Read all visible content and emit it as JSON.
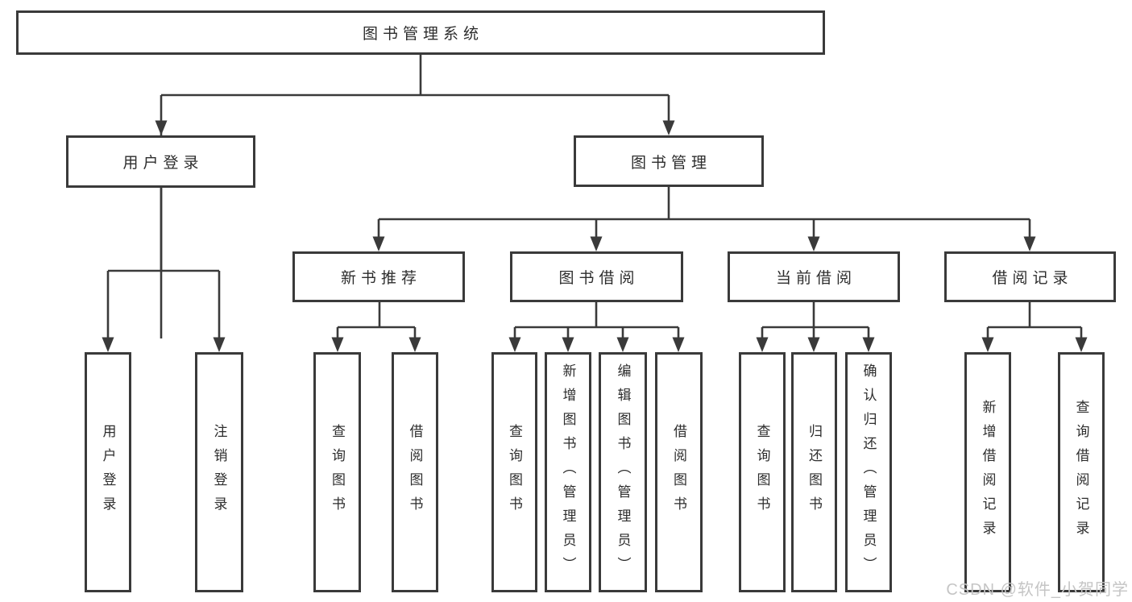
{
  "colors": {
    "line": "#3a3a3a",
    "box_border": "#3a3a3a",
    "box_background": "#ffffff",
    "text": "#2d2d2d",
    "page_background": "#ffffff",
    "watermark_color": "#c5c5c5"
  },
  "watermark": {
    "text": "CSDN @软件_小贺同学"
  },
  "nodes": {
    "root": "图书管理系统",
    "user_login": "用户登录",
    "book_management": "图书管理",
    "new_book_recommend": "新书推荐",
    "book_borrow": "图书借阅",
    "current_borrow": "当前借阅",
    "borrow_records": "借阅记录",
    "leaf_user_login": "用户登录",
    "leaf_logout": "注销登录",
    "leaf_recommend_query_book": "查询图书",
    "leaf_recommend_borrow_book": "借阅图书",
    "leaf_borrow_query_book": "查询图书",
    "leaf_borrow_add_book": "新增图书（管理员）",
    "leaf_borrow_edit_book": "编辑图书（管理员）",
    "leaf_borrow_borrow_book": "借阅图书",
    "leaf_current_query_book": "查询图书",
    "leaf_current_return_book": "归还图书",
    "leaf_current_confirm_return": "确认归还（管理员）",
    "leaf_records_add_record": "新增借阅记录",
    "leaf_records_query_record": "查询借阅记录"
  },
  "tree": {
    "label": "图书管理系统",
    "children": [
      {
        "label": "用户登录",
        "children": [
          {
            "label": "用户登录"
          },
          {
            "label": "注销登录"
          }
        ]
      },
      {
        "label": "图书管理",
        "children": [
          {
            "label": "新书推荐",
            "children": [
              {
                "label": "查询图书"
              },
              {
                "label": "借阅图书"
              }
            ]
          },
          {
            "label": "图书借阅",
            "children": [
              {
                "label": "查询图书"
              },
              {
                "label": "新增图书（管理员）"
              },
              {
                "label": "编辑图书（管理员）"
              },
              {
                "label": "借阅图书"
              }
            ]
          },
          {
            "label": "当前借阅",
            "children": [
              {
                "label": "查询图书"
              },
              {
                "label": "归还图书"
              },
              {
                "label": "确认归还（管理员）"
              }
            ]
          },
          {
            "label": "借阅记录",
            "children": [
              {
                "label": "新增借阅记录"
              },
              {
                "label": "查询借阅记录"
              }
            ]
          }
        ]
      }
    ]
  }
}
